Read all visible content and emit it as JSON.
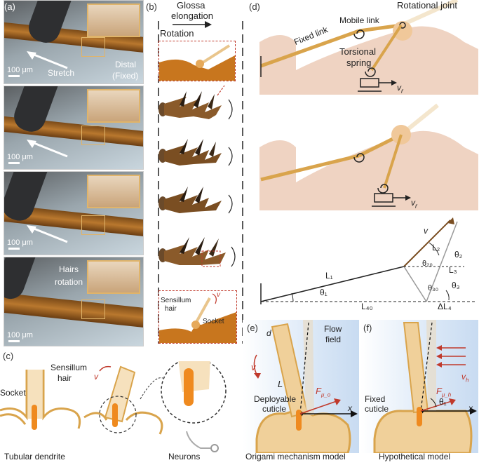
{
  "panel_labels": {
    "a": "(a)",
    "b": "(b)",
    "c": "(c)",
    "d": "(d)",
    "e": "(e)",
    "f": "(f)"
  },
  "panel_a": {
    "scale": "100 μm",
    "stretch": "Stretch",
    "distal": "Distal",
    "fixed": "(Fixed)",
    "hairs": "Hairs",
    "rotation": "rotation"
  },
  "panel_b": {
    "glossa1": "Glossa",
    "glossa2": "elongation",
    "rotation": "Rotation",
    "sensillum1": "Sensillum",
    "sensillum2": "hair",
    "socket": "Socket",
    "v": "v"
  },
  "panel_c": {
    "sensillum1": "Sensillum",
    "sensillum2": "hair",
    "socket": "Socket",
    "dendrite": "Tubular  dendrite",
    "neurons": "Neurons",
    "v": "v"
  },
  "panel_d": {
    "rotational_joint": "Rotational joint",
    "fixed_link": "Fixed link",
    "mobile_link": "Mobile link",
    "torsional1": "Torsional",
    "torsional2": "spring",
    "vr": "v",
    "vr_sub": "r",
    "L1": "L₁",
    "L2": "L₂",
    "L3": "L₃",
    "L40": "L₄₀",
    "dL4": "ΔL₄",
    "t1": "θ₁",
    "t2": "θ₂",
    "t3": "θ₃",
    "t20": "θ₂₀",
    "t30": "θ₃₀",
    "v": "v"
  },
  "panel_e": {
    "d": "d",
    "flow1": "Flow",
    "flow2": "field",
    "v": "v",
    "L": "L",
    "deployable1": "Deployable",
    "deployable2": "cuticle",
    "F": "F",
    "F_sub": "μ_o",
    "x": "x",
    "caption": "Origami mechanism model"
  },
  "panel_f": {
    "fixed1": "Fixed",
    "fixed2": "cuticle",
    "vh": "v",
    "vh_sub": "h",
    "F": "F",
    "F_sub": "μ_h",
    "t1": "θ₁",
    "x": "x",
    "caption": "Hypothetical model"
  },
  "colors": {
    "hair_fill": "#f0d09a",
    "hair_stroke": "#d9a44c",
    "tissue": "#efd3c2",
    "orange": "#c8761e",
    "red": "#c0392b",
    "blue_bg": "#cfe0f5"
  }
}
